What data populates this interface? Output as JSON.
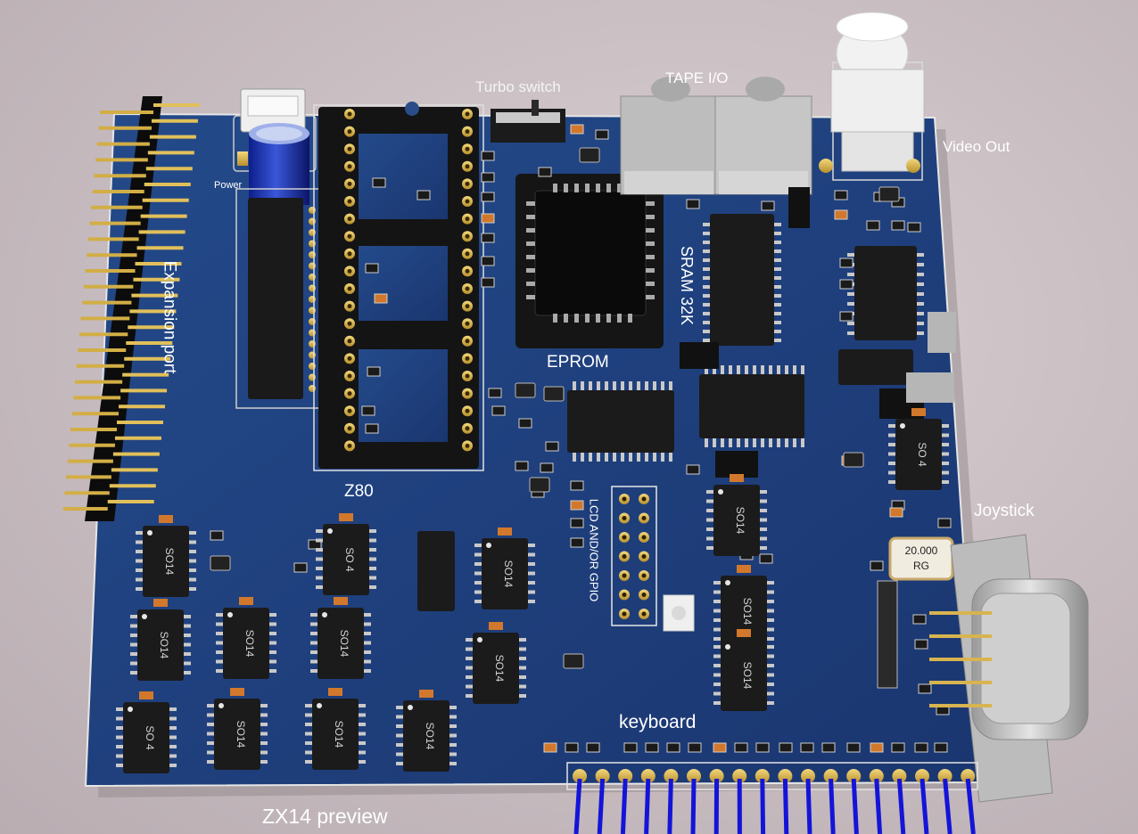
{
  "labels": {
    "turbo": "Turbo switch",
    "tape": "TAPE I/O",
    "video": "Video Out",
    "power": "Power",
    "expansion": "Expansion port",
    "eprom": "EPROM",
    "sram": "SRAM 32K",
    "z80": "Z80",
    "lcd": "LCD AND/OR GPIO",
    "joystick": "Joystick",
    "keyboard": "keyboard",
    "preview": "ZX14 preview",
    "crystal_freq": "20.000",
    "crystal_mark": "RG"
  },
  "chip_marking": "SO14",
  "chip_marking_alt": "SO 4",
  "colors": {
    "pcb": "#1f3f7a",
    "pcb_edge": "#e8e8e8",
    "gold": "#d9b44a",
    "chip": "#1c1c1c",
    "wire": "#1414d8",
    "background": "#cdc2c6"
  }
}
